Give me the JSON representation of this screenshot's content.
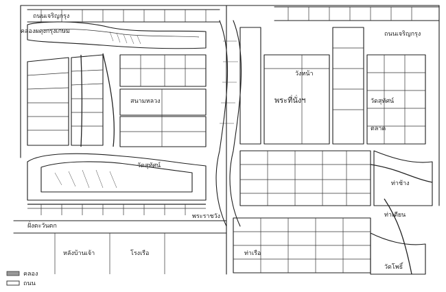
{
  "map": {
    "labels": {
      "top_left_road": "ถนนเจริญกรุง",
      "top_right_road": "ถนนเจริญกรุง",
      "center_big": "พระที่นั่งฯ",
      "center_label": "สนามหลวง",
      "left_mid": "วัดสุทัศน์",
      "bottom_center_left": "หลังบ้านเจ้า",
      "bottom_center_right": "โรงเรือ",
      "bottom_river_left": "ฝั่งตะวันตก",
      "bottom_pier": "ท่าเรือ",
      "canal_left": "คลองผดุงกรุงเกษม",
      "right_mid": "ท่าช้าง",
      "right_top": "วัดสุทัศน์",
      "market": "ตลาด",
      "palace_right": "วังหน้า",
      "south_right": "ท่าเตียน",
      "bottom_right": "วัดโพธิ์",
      "bottom_mid": "พระราชวัง"
    },
    "legend": [
      {
        "key": "canal",
        "label": "คลอง"
      },
      {
        "key": "road",
        "label": "ถนน"
      }
    ]
  }
}
